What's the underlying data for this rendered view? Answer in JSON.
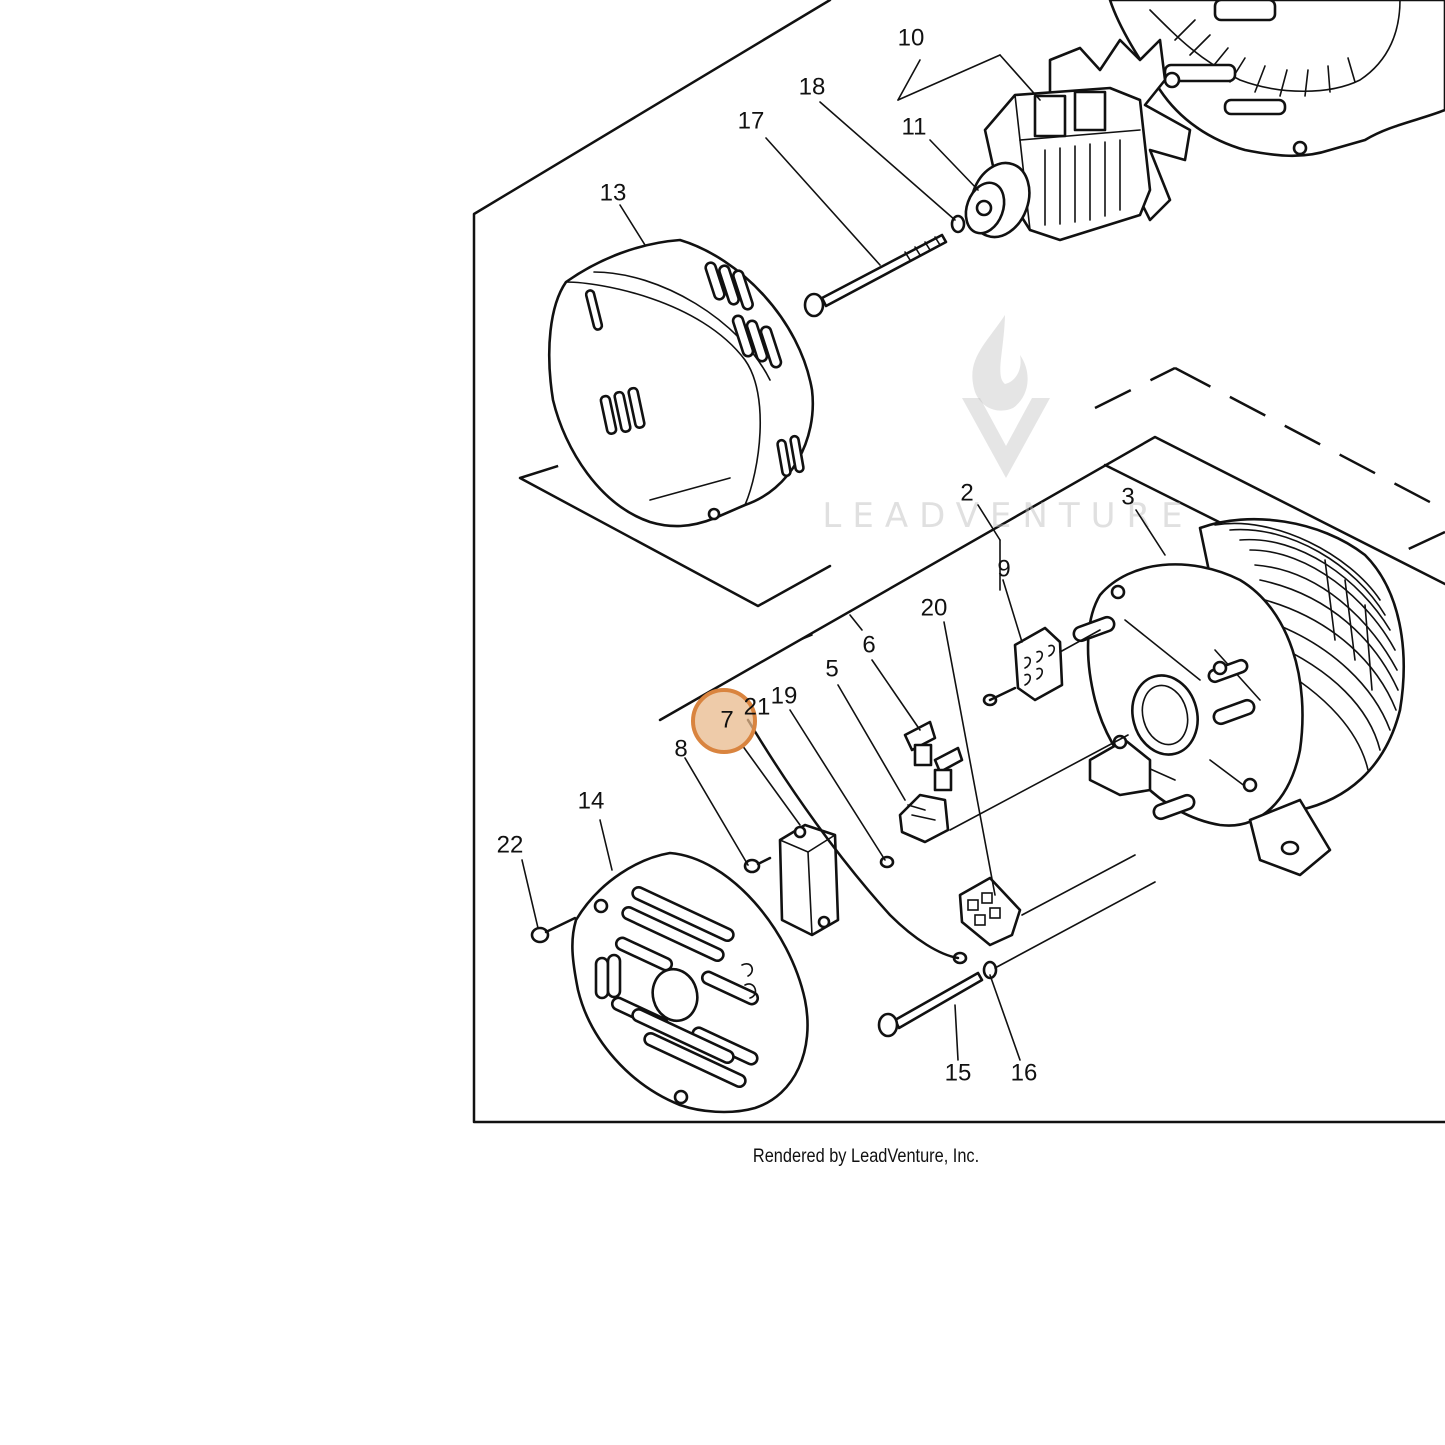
{
  "diagram": {
    "callouts": {
      "c2": "2",
      "c3": "3",
      "c5": "5",
      "c6": "6",
      "c7": "7",
      "c8": "8",
      "c9": "9",
      "c10": "10",
      "c11": "11",
      "c13": "13",
      "c14": "14",
      "c15": "15",
      "c16": "16",
      "c17": "17",
      "c18": "18",
      "c19": "19",
      "c20": "20",
      "c21": "21",
      "c22": "22"
    },
    "highlighted_callout": "7",
    "highlight_color": "#e8b98c"
  },
  "watermark": {
    "text": "LEADVENTURE"
  },
  "footer": {
    "credit": "Rendered by LeadVenture, Inc."
  }
}
